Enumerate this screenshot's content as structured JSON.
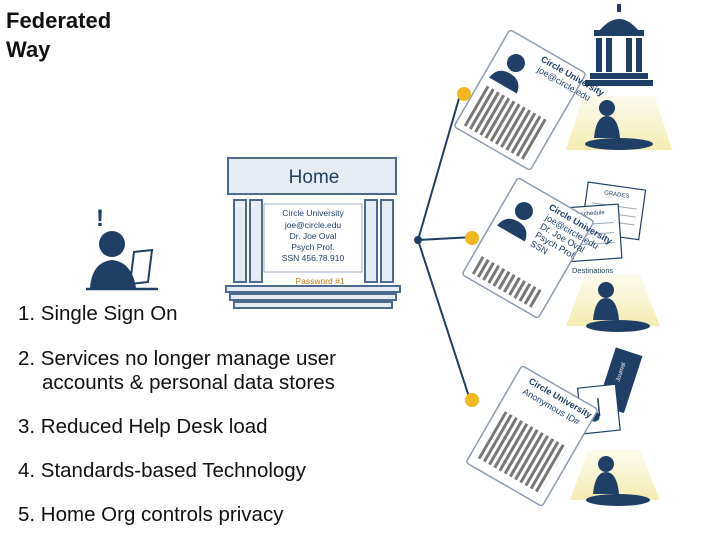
{
  "slide": {
    "title_line1": "Federated",
    "title_line2": "Way"
  },
  "home": {
    "label": "Home",
    "card_lines": [
      "Circle University",
      "joe@circle.edu",
      "Dr. Joe Oval",
      "Psych Prof.",
      "SSN 456.78.910"
    ],
    "password": "Password #1",
    "alert": "!"
  },
  "cards": {
    "top": [
      "Circle University",
      "joe@circle.edu"
    ],
    "middle": [
      "Circle University",
      "joe@circle.edu",
      "Dr. Joe Oval",
      "Psych Prof.",
      "SSN"
    ],
    "bottom": [
      "Circle University",
      "Anonymous ID#"
    ]
  },
  "destinations_label": "Destinations",
  "middle_docs": [
    "GRADES",
    "schedule"
  ],
  "bottom_docs": [
    "Journal"
  ],
  "benefits": [
    {
      "line1": "1. Single Sign On",
      "line2": ""
    },
    {
      "line1": "2. Services no longer manage user",
      "line2": "accounts & personal data stores"
    },
    {
      "line1": "3. Reduced Help Desk load",
      "line2": ""
    },
    {
      "line1": "4. Standards-based Technology",
      "line2": ""
    },
    {
      "line1": "5. Home Org controls privacy",
      "line2": ""
    }
  ],
  "colors": {
    "navy": "#1f3f66",
    "building_fill": "#e6ecf3",
    "building_stroke": "#4b6a8d",
    "card_text": "#1f3f66",
    "password_text": "#c07a14",
    "connector": "#1f3f66",
    "dot": "#f0b71e",
    "alert": "#1f3f66"
  }
}
